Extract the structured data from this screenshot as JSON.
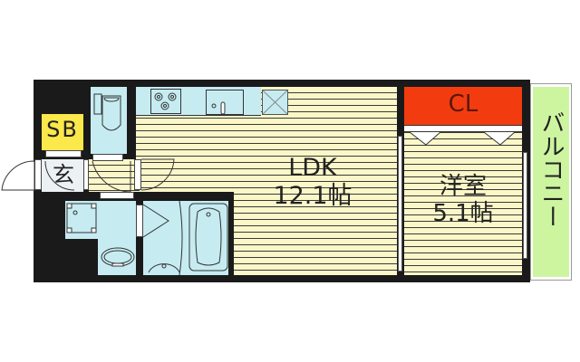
{
  "floorplan": {
    "rooms": {
      "ldk": {
        "name": "LDK",
        "size": "12.1帖"
      },
      "western": {
        "name": "洋室",
        "size": "5.1帖"
      },
      "closet": {
        "label": "CL"
      },
      "shoe_box": {
        "label": "SB"
      },
      "entrance": {
        "label": "玄"
      },
      "balcony": {
        "label": "バルコニー"
      }
    },
    "fixtures": [
      "toilet",
      "stove-3-burner",
      "kitchen-sink",
      "refrigerator-space",
      "washer-pan",
      "washbasin",
      "bathtub"
    ],
    "colors": {
      "wall": "#1a1a1a",
      "floor": "#fbf7c8",
      "wet_area": "#c6ecf2",
      "closet": "#f23c10",
      "shoe_box": "#fbe84a",
      "balcony": "#cdf5a0"
    }
  }
}
